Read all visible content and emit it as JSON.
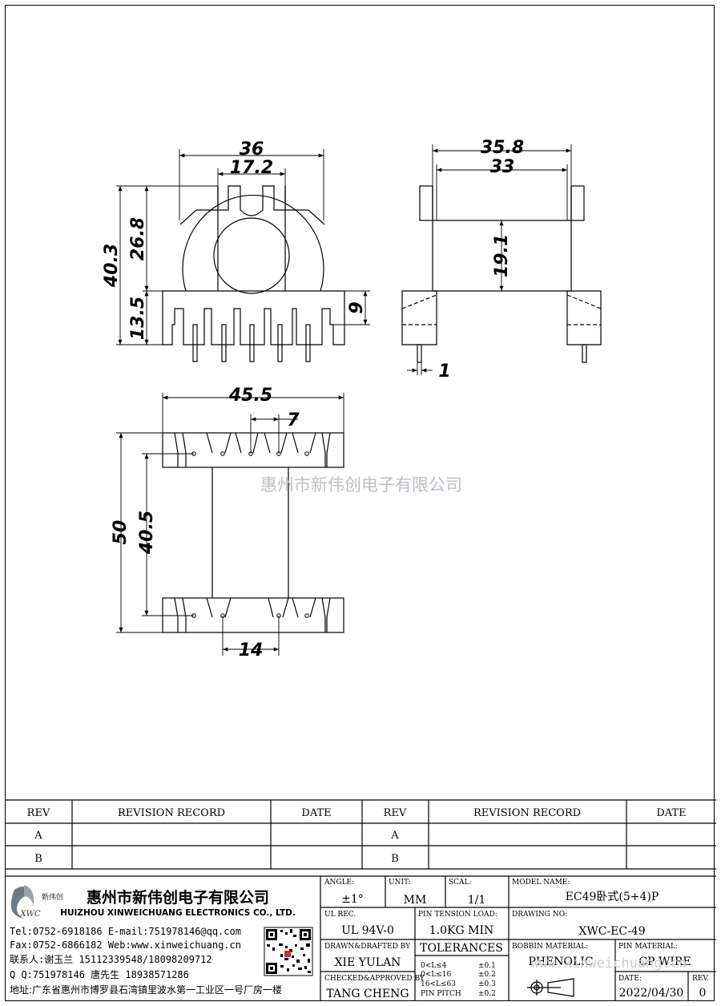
{
  "dimensions": {
    "front_width_outer": "36",
    "front_width_slot": "17.2",
    "front_height_total": "40.3",
    "front_height_upper": "26.8",
    "front_height_base": "13.5",
    "front_base_step": "9",
    "side_width_outer": "35.8",
    "side_width_inner": "33",
    "side_height": "19.1",
    "side_pin_dia": "1",
    "bottom_width": "45.5",
    "bottom_pin_pitch": "7",
    "bottom_length": "50",
    "bottom_inner_length": "40.5",
    "bottom_row_pitch": "14"
  },
  "watermark": {
    "company": "惠州市新伟创电子有限公司",
    "url": "www.xinweichuang.cn"
  },
  "revision_table": {
    "headers": [
      "REV",
      "REVISION RECORD",
      "DATE",
      "REV",
      "REVISION RECORD",
      "DATE"
    ],
    "rows": [
      [
        "A",
        "",
        "",
        "A",
        "",
        ""
      ],
      [
        "B",
        "",
        "",
        "B",
        "",
        ""
      ]
    ]
  },
  "company": {
    "logo_text": "新伟创",
    "logo_abbr": "XWC",
    "name_cn": "惠州市新伟创电子有限公司",
    "name_en": "HUIZHOU XINWEICHUANG ELECTRONICS CO., LTD.",
    "line1": "Tel:0752-6918186 E-mail:751978146@qq.com",
    "line2": "Fax:0752-6866182 Web:www.xinweichuang.cn",
    "line3": "联系人:谢玉兰 15112339548/18098209712",
    "line4": "Q Q:751978146    唐先生 18938571286",
    "address": "地址:广东省惠州市博罗县石湾镇里波水第一工业区一号厂房一楼"
  },
  "title_block": {
    "angle_label": "ANGLE:",
    "angle_value": "±1°",
    "unit_label": "UNIT:",
    "unit_value": "MM",
    "scale_label": "SCAL:",
    "scale_value": "1/1",
    "model_label": "MODEL NAME:",
    "model_value": "EC49卧式(5+4)P",
    "ul_label": "UL REC.",
    "ul_value": "UL 94V-0",
    "pin_tension_label": "PIN TENSION LOAD:",
    "pin_tension_value": "1.0KG MIN",
    "drawing_no_label": "DRAWING NO:",
    "drawing_no_value": "XWC-EC-49",
    "drawn_label": "DRAWN&DRAFTED BY",
    "drawn_value": "XIE YULAN",
    "tolerances_label": "TOLERANCES",
    "tol_rows": [
      {
        "range": "0<L≤4",
        "tol": "±0.1"
      },
      {
        "range": "0<L≤16",
        "tol": "±0.2"
      },
      {
        "range": "16<L≤63",
        "tol": "±0.3"
      },
      {
        "range": "PIN PITCH",
        "tol": "±0.2"
      }
    ],
    "bobbin_label": "BOBBIN MATERIAL:",
    "bobbin_value": "PHENOLIC",
    "pin_material_label": "PIN MATERIAL:",
    "pin_material_value": "CP WIRE",
    "checked_label": "CHECKED&APPROVED BY",
    "checked_value": "TANG CHENG",
    "date_label": "DATE:",
    "date_value": "2022/04/30",
    "rev_label": "REV.",
    "rev_value": "0"
  }
}
